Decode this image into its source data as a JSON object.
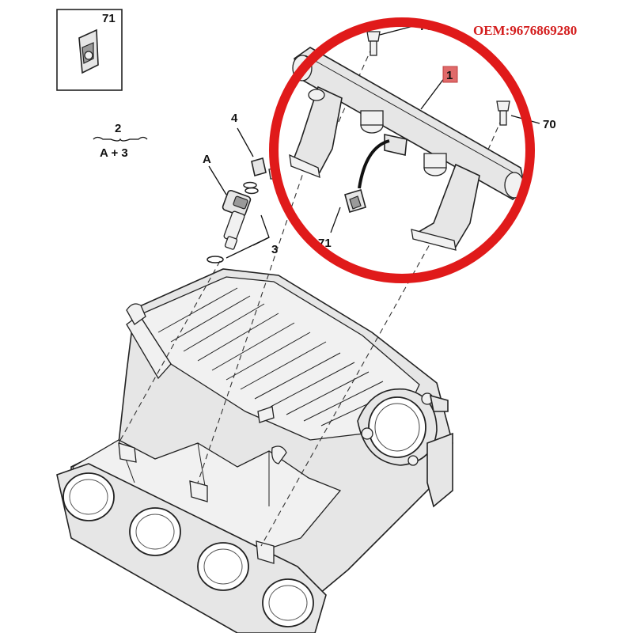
{
  "diagram": {
    "oem_text": "OEM:9676869280",
    "callouts": {
      "inset_part": "71",
      "formula_top": "2",
      "formula_bottom": "A + 3",
      "label_a": "A",
      "label_4": "4",
      "label_3": "3",
      "label_70_top": "70",
      "label_70_right": "70",
      "label_1": "1",
      "label_71": "71"
    },
    "colors": {
      "highlight_ring": "#e01a1a",
      "oem_text": "#d41f1f",
      "part_badge": "#e06a6a"
    }
  }
}
